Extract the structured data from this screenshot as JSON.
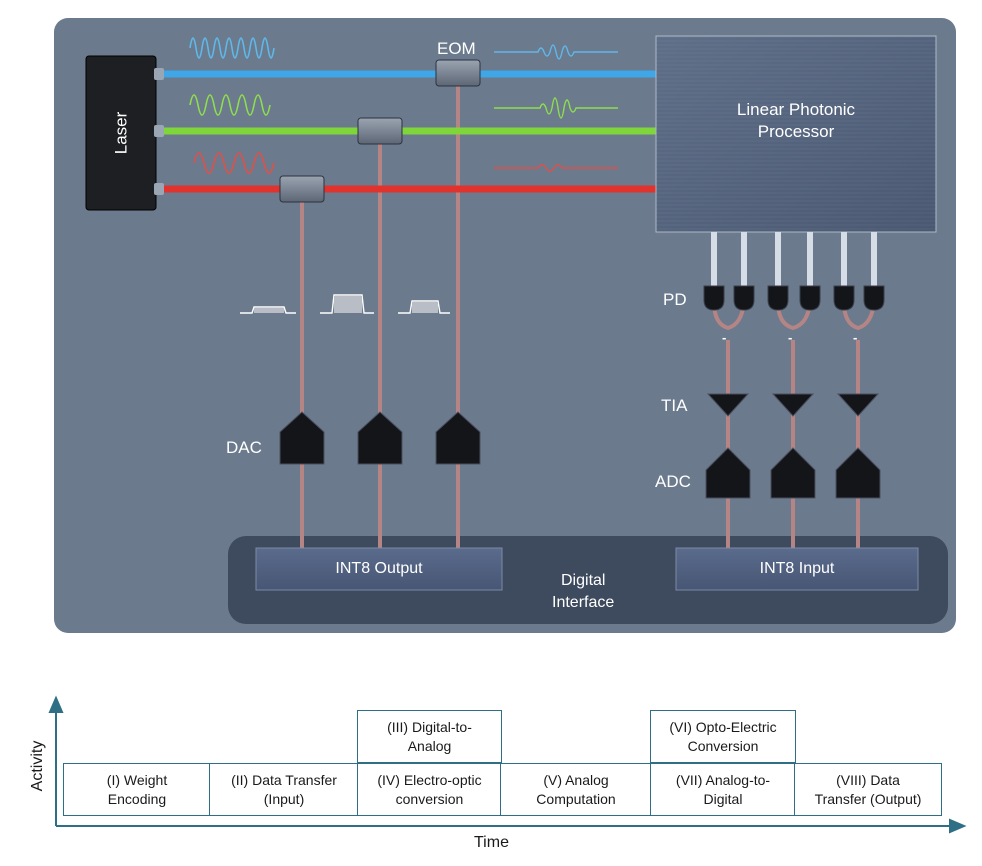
{
  "diagram": {
    "laser_label": "Laser",
    "eom_label": "EOM",
    "processor_line1": "Linear Photonic",
    "processor_line2": "Processor",
    "pd_label": "PD",
    "tia_label": "TIA",
    "adc_label": "ADC",
    "dac_label": "DAC",
    "int8_output": "INT8 Output",
    "int8_input": "INT8 Input",
    "digital_line1": "Digital",
    "digital_line2": "Interface",
    "minus_sign": "-"
  },
  "timeline": {
    "y_label": "Activity",
    "x_label": "Time",
    "stages": [
      {
        "line1": "(I) Weight",
        "line2": "Encoding"
      },
      {
        "line1": "(II) Data Transfer",
        "line2": "(Input)"
      },
      {
        "line1": "(IV) Electro-optic",
        "line2": "conversion"
      },
      {
        "line1": "(V) Analog",
        "line2": "Computation"
      },
      {
        "line1": "(VII) Analog-to-",
        "line2": "Digital"
      },
      {
        "line1": "(VIII) Data",
        "line2": "Transfer (Output)"
      }
    ],
    "upper_stages": [
      {
        "line1": "(III) Digital-to-",
        "line2": "Analog"
      },
      {
        "line1": "(VI) Opto-Electric",
        "line2": "Conversion"
      }
    ]
  },
  "colors": {
    "panel": "#6b7a8d",
    "blue_beam": "#3fa6e8",
    "green_beam": "#7ed63a",
    "red_beam": "#e0332e",
    "trace": "#b58585",
    "axis": "#2f6f86"
  }
}
